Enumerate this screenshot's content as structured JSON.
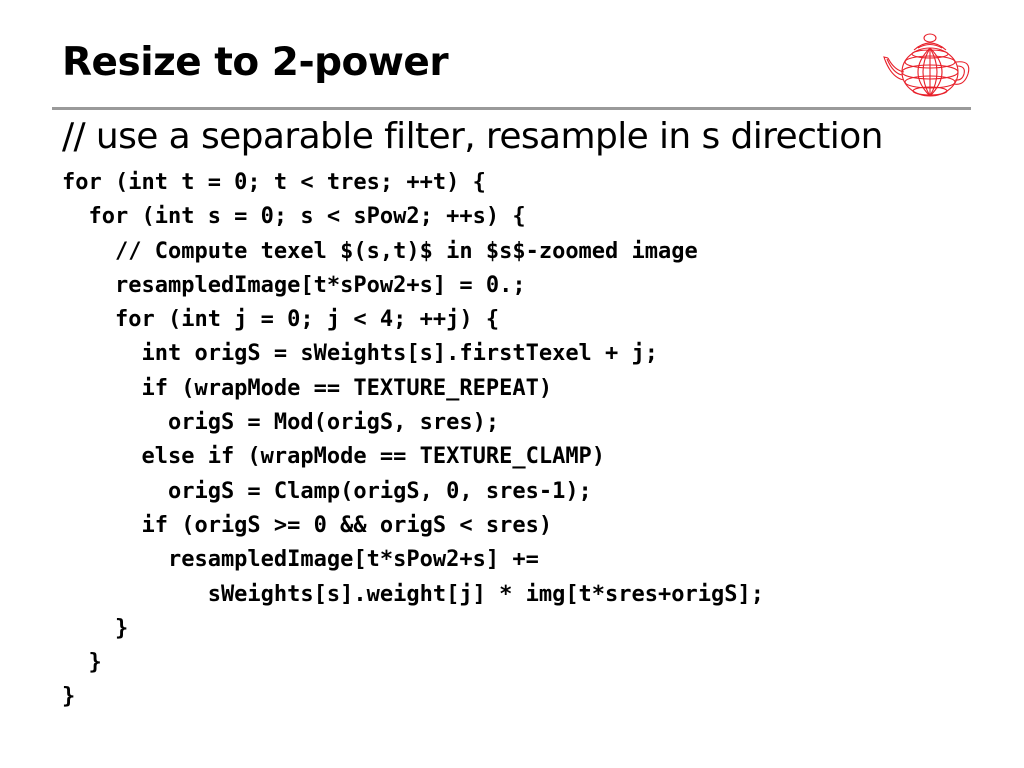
{
  "slide": {
    "title": "Resize to 2-power",
    "subtitle": "// use a separable filter, resample in s direction",
    "logo_icon": "teapot-wireframe-icon",
    "accent_color": "#e8202a",
    "rule_color": "#9a9a9a"
  },
  "code": {
    "lines": [
      "for (int t = 0; t < tres; ++t) {",
      "  for (int s = 0; s < sPow2; ++s) {",
      "    // Compute texel $(s,t)$ in $s$-zoomed image",
      "    resampledImage[t*sPow2+s] = 0.;",
      "    for (int j = 0; j < 4; ++j) {",
      "      int origS = sWeights[s].firstTexel + j;",
      "      if (wrapMode == TEXTURE_REPEAT)",
      "        origS = Mod(origS, sres);",
      "      else if (wrapMode == TEXTURE_CLAMP)",
      "        origS = Clamp(origS, 0, sres-1);",
      "      if (origS >= 0 && origS < sres)",
      "        resampledImage[t*sPow2+s] +=",
      "           sWeights[s].weight[j] * img[t*sres+origS];",
      "    }",
      "  }",
      "}"
    ]
  }
}
